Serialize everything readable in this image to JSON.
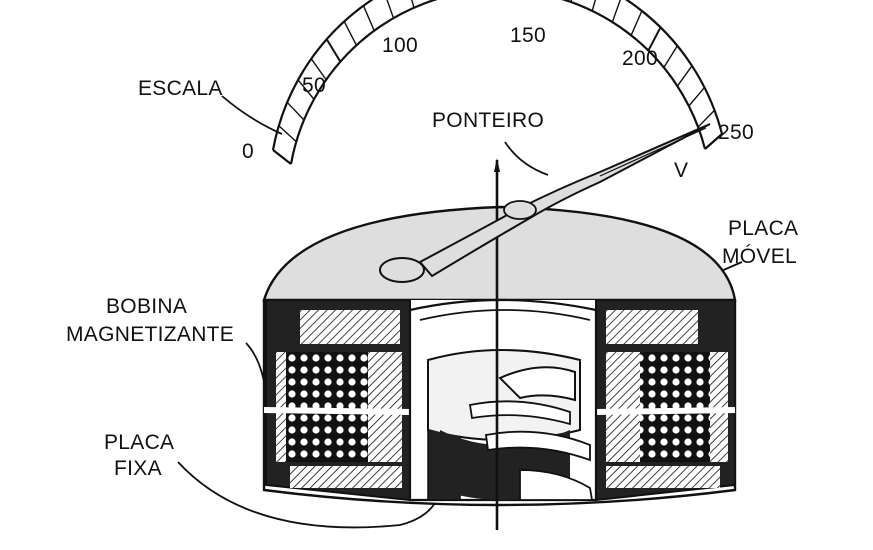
{
  "scale": {
    "tick_labels": [
      "0",
      "50",
      "100",
      "150",
      "200",
      "250"
    ],
    "unit": "V"
  },
  "labels": {
    "escala": "ESCALA",
    "ponteiro": "PONTEIRO",
    "placa_movel_line1": "PLACA",
    "placa_movel_line2": "MÓVEL",
    "bobina_line1": "BOBINA",
    "bobina_line2": "MAGNETIZANTE",
    "placa_fixa_line1": "PLACA",
    "placa_fixa_line2": "FIXA"
  },
  "colors": {
    "ink": "#111111",
    "body_fill": "#dedede",
    "coil_fill": "#222222",
    "paper": "#ffffff"
  }
}
